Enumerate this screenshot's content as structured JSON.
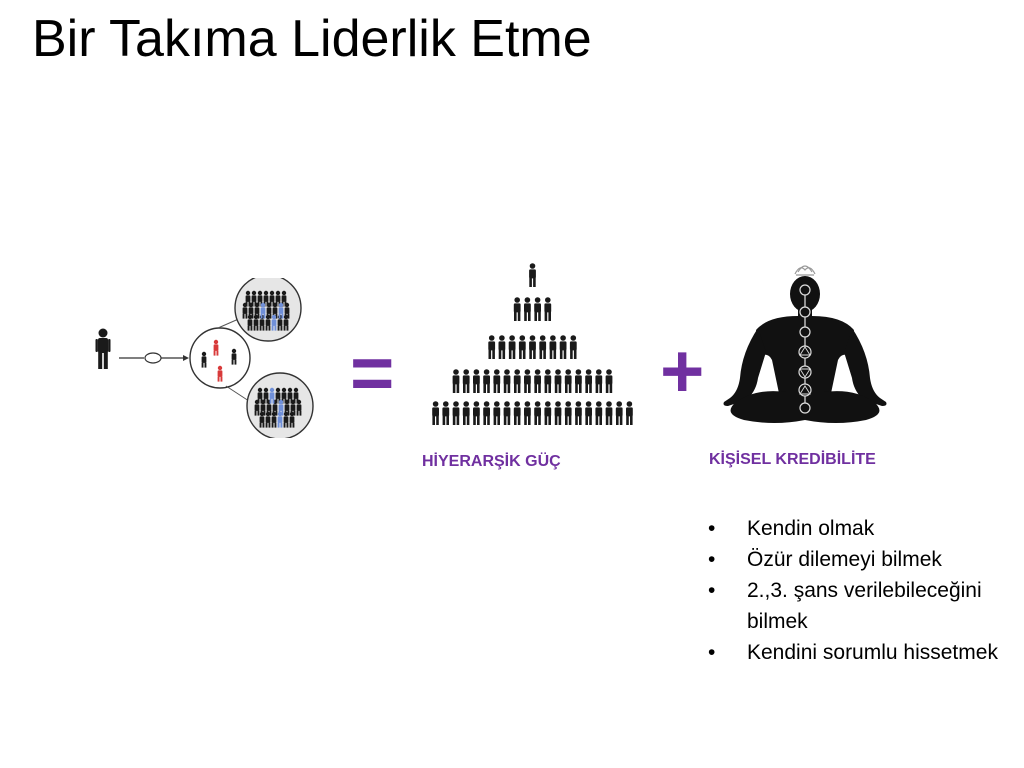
{
  "slide": {
    "title": "Bir Takıma Liderlik Etme"
  },
  "operators": {
    "equals": "=",
    "plus": "+"
  },
  "captions": {
    "hierarchical": "HİYERARŞİK GÜÇ",
    "credibility": "KİŞİSEL KREDİBİLİTE"
  },
  "bullet_symbol": "•",
  "bullets": [
    "Kendin olmak",
    "Özür dilemeyi bilmek",
    "2.,3. şans verilebileceğini bilmek",
    "Kendini sorumlu hissetmek"
  ],
  "colors": {
    "accent": "#7030a0",
    "figure": "#1a1a1a",
    "highlight_red": "#d83a3a",
    "highlight_blue": "#6f8fd8"
  },
  "icons": {
    "network": "person-network-icon",
    "pyramid": "people-pyramid-icon",
    "meditation": "meditating-person-chakra-icon"
  }
}
